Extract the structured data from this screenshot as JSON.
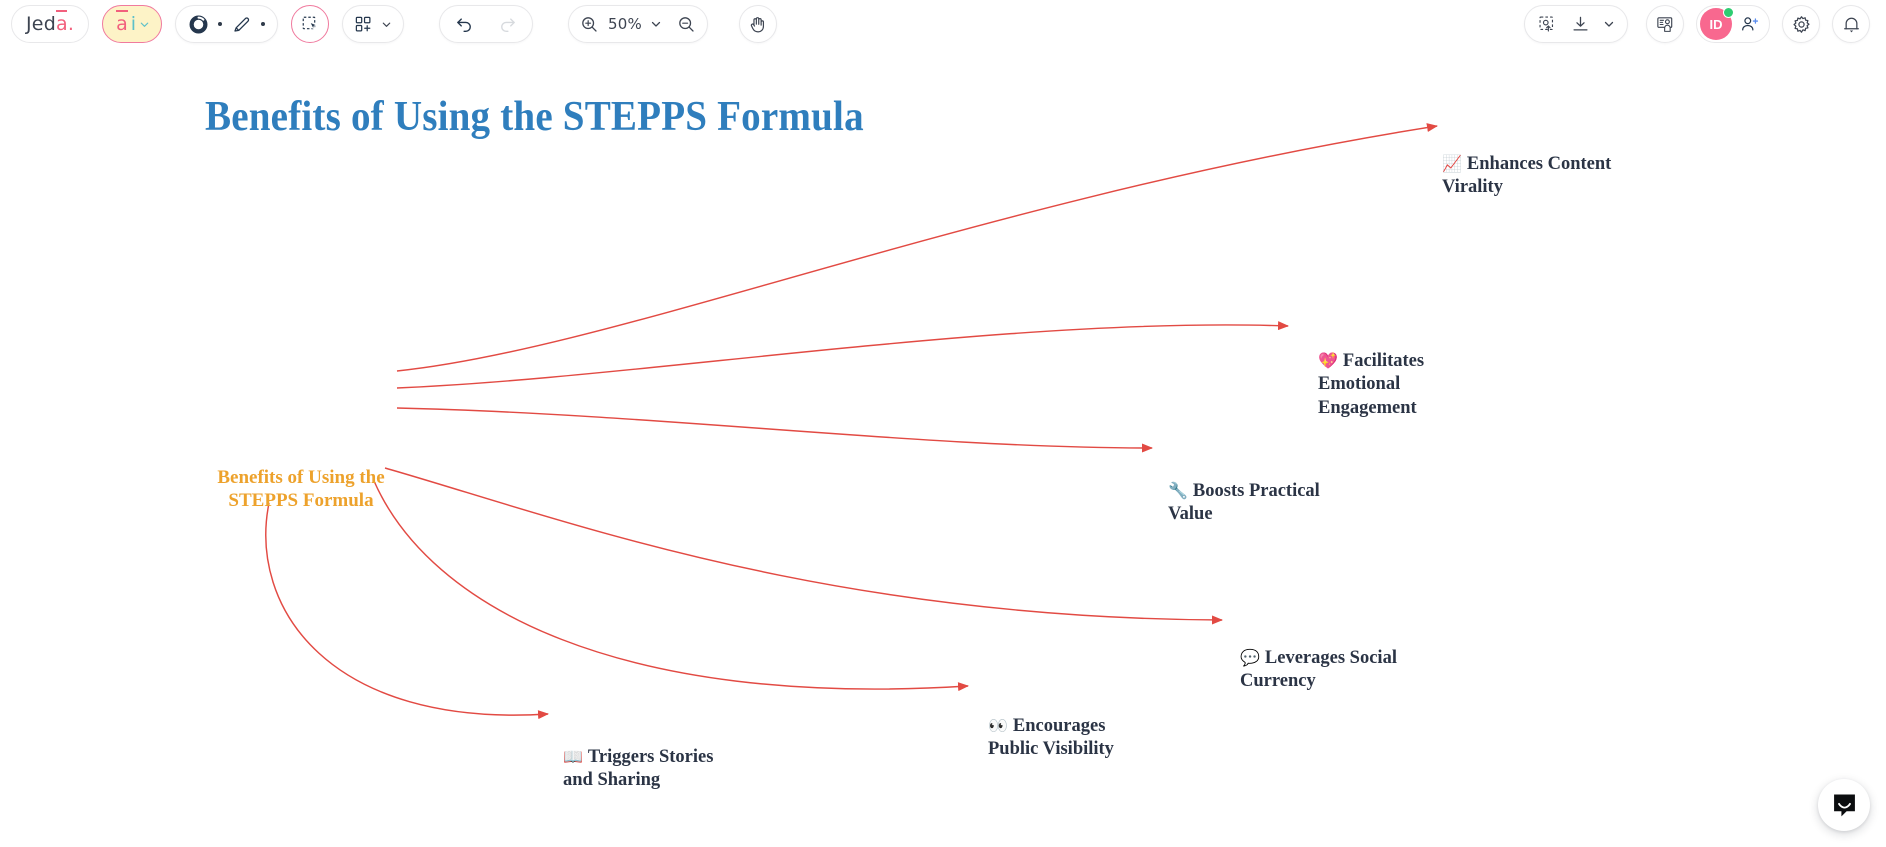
{
  "app": {
    "brand": "Jeda.",
    "brand_prefix": "Jed",
    "brand_a": "a",
    "brand_dot": "."
  },
  "toolbar": {
    "ai_button": {
      "label": "ai",
      "a": "a",
      "i": "i",
      "name": "ai-assistant"
    },
    "shape_tool_label": "Shape",
    "pen_tool_label": "Pen",
    "select_tool_label": "Select",
    "templates_label": "Templates",
    "undo_label": "Undo",
    "redo_label": "Redo",
    "zoom_in_label": "Zoom in",
    "zoom_level": "50%",
    "zoom_out_label": "Zoom out",
    "hand_tool_label": "Pan",
    "screenshot_label": "Screenshot",
    "download_label": "Download",
    "present_label": "Present",
    "avatar_initials": "ID",
    "add_user_label": "Invite",
    "settings_label": "Settings",
    "notifications_label": "Notifications"
  },
  "canvas": {
    "title": "Benefits of Using the STEPPS Formula",
    "title_color": "#2f7ebd",
    "root": {
      "label": "Benefits of Using the STEPPS Formula",
      "color": "#eda22c"
    },
    "edge_color": "#e24a43",
    "node_color": "#2b3445",
    "nodes": [
      {
        "emoji": "📈",
        "emoji_name": "chart-increasing-emoji",
        "label": "Enhances Content Virality"
      },
      {
        "emoji": "💖",
        "emoji_name": "sparkling-heart-emoji",
        "label": "Facilitates Emotional Engagement"
      },
      {
        "emoji": "🔧",
        "emoji_name": "wrench-emoji",
        "label": "Boosts Practical Value"
      },
      {
        "emoji": "💬",
        "emoji_name": "speech-balloon-emoji",
        "label": "Leverages Social Currency"
      },
      {
        "emoji": "👀",
        "emoji_name": "eyes-emoji",
        "label": "Encourages Public Visibility"
      },
      {
        "emoji": "📖",
        "emoji_name": "open-book-emoji",
        "label": "Triggers Stories and Sharing"
      }
    ]
  },
  "support": {
    "widget_label": "Open chat"
  }
}
